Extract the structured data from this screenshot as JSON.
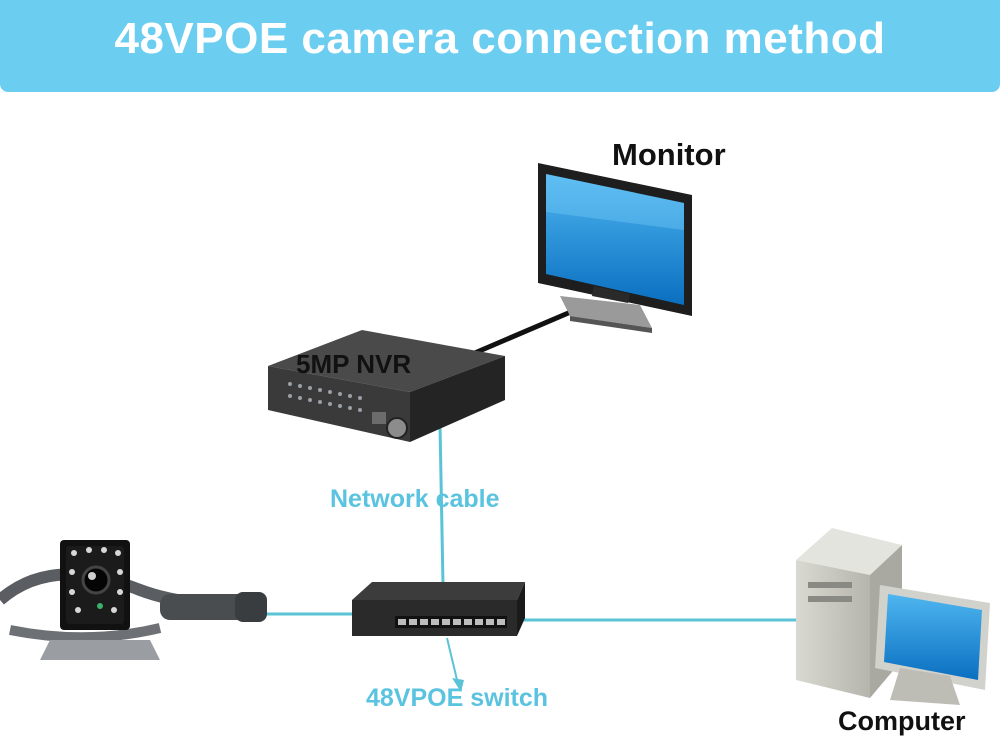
{
  "title": "48VPOE camera connection method",
  "labels": {
    "monitor": "Monitor",
    "nvr": "5MP NVR",
    "network_cable": "Network cable",
    "switch": "48VPOE switch",
    "computer": "Computer"
  },
  "colors": {
    "banner": "#6bcdf0",
    "cable": "#5ac3d6",
    "accent_text": "#5ac3e0",
    "screen": "#1a8fd8"
  },
  "icons": [
    "monitor-icon",
    "nvr-icon",
    "camera-icon",
    "switch-icon",
    "computer-icon"
  ]
}
